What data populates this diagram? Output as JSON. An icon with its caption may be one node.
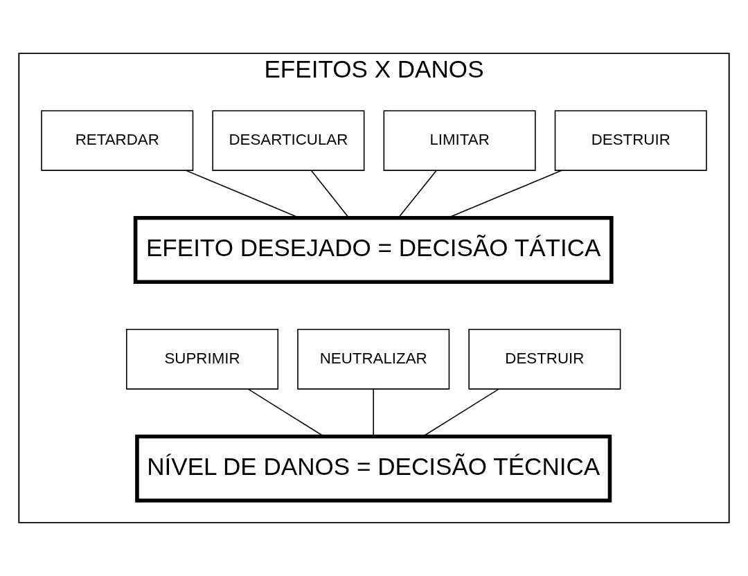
{
  "diagram": {
    "nodes": [
      {
        "text": [
          "EFEITOS X DANOS"
        ]
      },
      {
        "text": [
          "RETARDAR"
        ],
        "in": 0
      },
      {
        "text": [
          "DESARTICULAR"
        ],
        "in": 0
      },
      {
        "text": [
          "LIMITAR"
        ],
        "in": 0
      },
      {
        "text": [
          "DESTRUIR"
        ],
        "in": 0
      },
      {
        "text": [
          "EFEITO DESEJADO = DECISÃO TÁTICA"
        ],
        "in": 0
      },
      {
        "text": [
          "SUPRIMIR"
        ],
        "in": 0
      },
      {
        "text": [
          "NEUTRALIZAR"
        ],
        "in": 0
      },
      {
        "text": [
          "DESTRUIR"
        ],
        "in": 0
      },
      {
        "text": [
          "NÍVEL DE DANOS = DECISÃO TÉCNICA"
        ],
        "in": 0
      }
    ],
    "edges": [
      {
        "from": 1,
        "to": 5,
        "arrow": "none"
      },
      {
        "from": 2,
        "to": 5,
        "arrow": "none"
      },
      {
        "from": 3,
        "to": 5,
        "arrow": "none"
      },
      {
        "from": 4,
        "to": 5,
        "arrow": "none"
      },
      {
        "from": 6,
        "to": 9,
        "arrow": "none"
      },
      {
        "from": 7,
        "to": 9,
        "arrow": "none"
      },
      {
        "from": 8,
        "to": 9,
        "arrow": "none"
      }
    ]
  }
}
